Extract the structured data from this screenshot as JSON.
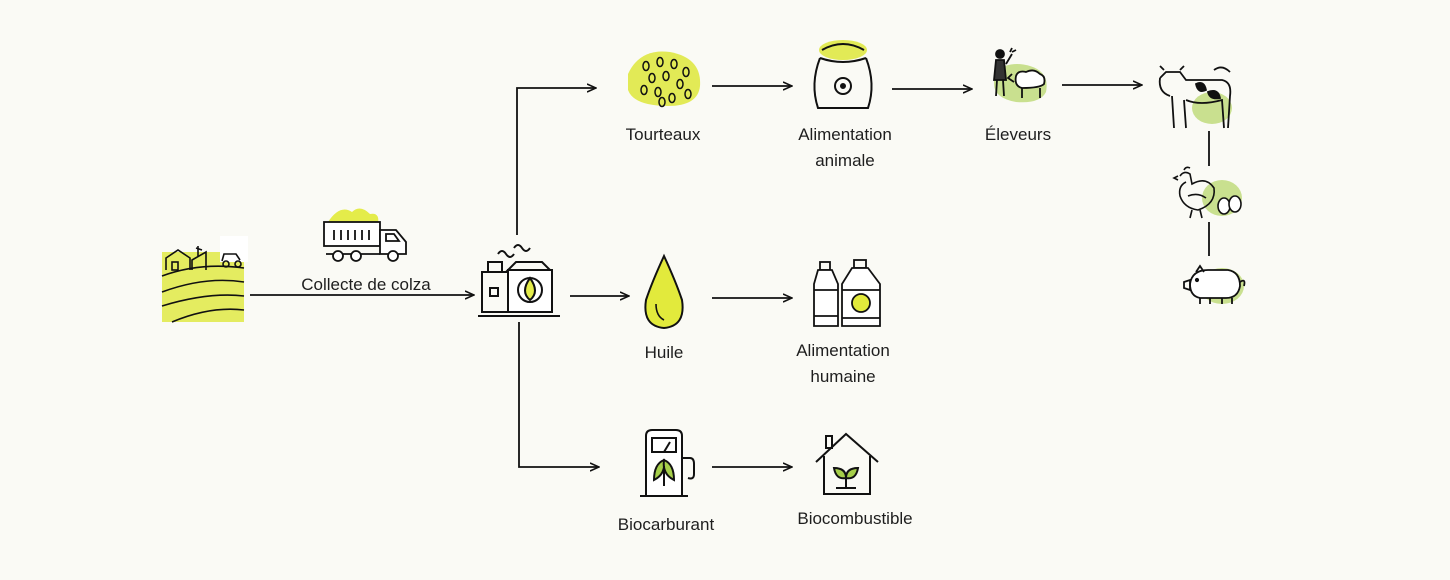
{
  "colors": {
    "accent": "#d9e54a",
    "accent_soft": "#c3de8a",
    "line": "#111111",
    "background": "#fafaf5"
  },
  "nodes": {
    "farm": {
      "icon": "farm-field-icon"
    },
    "collection": {
      "label": "Collecte de colza",
      "icon": "dump-truck-icon"
    },
    "factory": {
      "icon": "oil-factory-icon"
    },
    "cakes": {
      "label": "Tourteaux",
      "icon": "seeds-icon"
    },
    "animal_feed": {
      "label_line1": "Alimentation",
      "label_line2": "animale",
      "icon": "feed-sack-icon"
    },
    "breeders": {
      "label": "Éleveurs",
      "icon": "farmer-sheep-icon"
    },
    "oil": {
      "label": "Huile",
      "icon": "oil-drop-icon"
    },
    "human_food": {
      "label_line1": "Alimentation",
      "label_line2": "humaine",
      "icon": "oil-bottles-icon"
    },
    "biofuel": {
      "label": "Biocarburant",
      "icon": "bio-fuel-pump-icon"
    },
    "biocombustible": {
      "label": "Biocombustible",
      "icon": "eco-house-icon"
    },
    "cattle": {
      "icon": "cow-icon"
    },
    "poultry": {
      "icon": "hen-eggs-icon"
    },
    "pigs": {
      "icon": "pig-icon"
    }
  }
}
